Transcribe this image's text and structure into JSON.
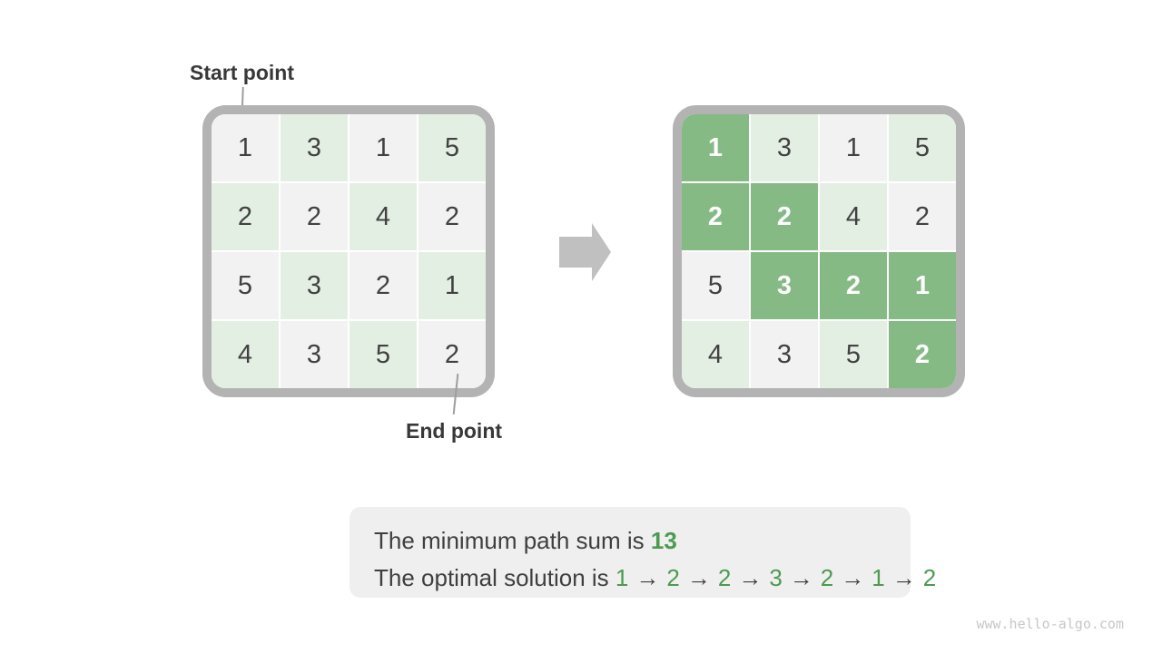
{
  "labels": {
    "start": "Start point",
    "end": "End point"
  },
  "left_grid": {
    "rows": [
      [
        1,
        3,
        1,
        5
      ],
      [
        2,
        2,
        4,
        2
      ],
      [
        5,
        3,
        2,
        1
      ],
      [
        4,
        3,
        5,
        2
      ]
    ]
  },
  "right_grid": {
    "rows": [
      [
        1,
        3,
        1,
        5
      ],
      [
        2,
        2,
        4,
        2
      ],
      [
        5,
        3,
        2,
        1
      ],
      [
        4,
        3,
        5,
        2
      ]
    ],
    "path_cells": [
      [
        0,
        0
      ],
      [
        1,
        0
      ],
      [
        1,
        1
      ],
      [
        2,
        1
      ],
      [
        2,
        2
      ],
      [
        2,
        3
      ],
      [
        3,
        3
      ]
    ]
  },
  "arrow_icon": "right-block-arrow",
  "result_box": {
    "line1_prefix": "The minimum path sum is ",
    "min_sum": "13",
    "line2_prefix": "The optimal solution is ",
    "path_sequence": [
      "1",
      "2",
      "2",
      "3",
      "2",
      "1",
      "2"
    ],
    "separator": "→"
  },
  "watermark": "www.hello-algo.com",
  "colors": {
    "frame_gray": "#b3b3b3",
    "cell_gray": "#f2f2f3",
    "cell_green": "#e4efe4",
    "path_green": "#85ba85",
    "arrow_gray": "#c0c0c0",
    "box_bg": "#efefef",
    "text_dark": "#3f3f3f",
    "green_text": "#4d9a51",
    "watermark_gray": "#c7c7c7"
  }
}
